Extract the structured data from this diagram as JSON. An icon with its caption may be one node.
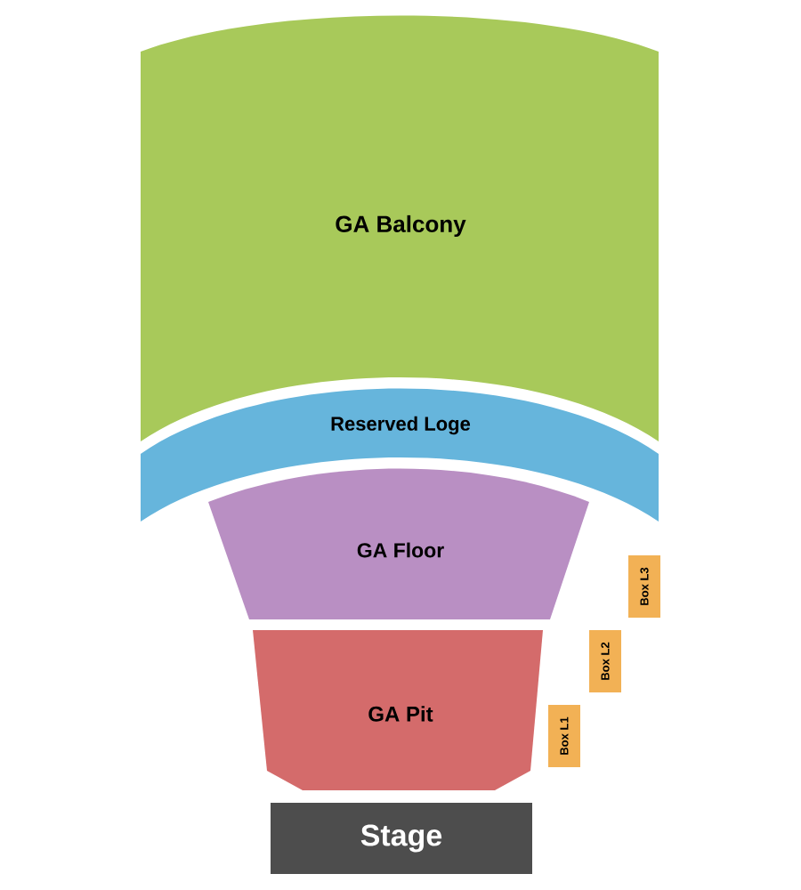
{
  "diagram": {
    "nodes": [
      {
        "text": [
          "GA Balcony"
        ]
      },
      {
        "text": [
          "Reserved Loge"
        ]
      },
      {
        "text": [
          "GA Floor"
        ]
      },
      {
        "text": [
          "Box L3"
        ]
      },
      {
        "text": [
          "Box L2"
        ]
      },
      {
        "text": [
          "GA Pit"
        ]
      },
      {
        "text": [
          "Box L1"
        ]
      },
      {
        "text": [
          "Stage"
        ]
      }
    ]
  }
}
